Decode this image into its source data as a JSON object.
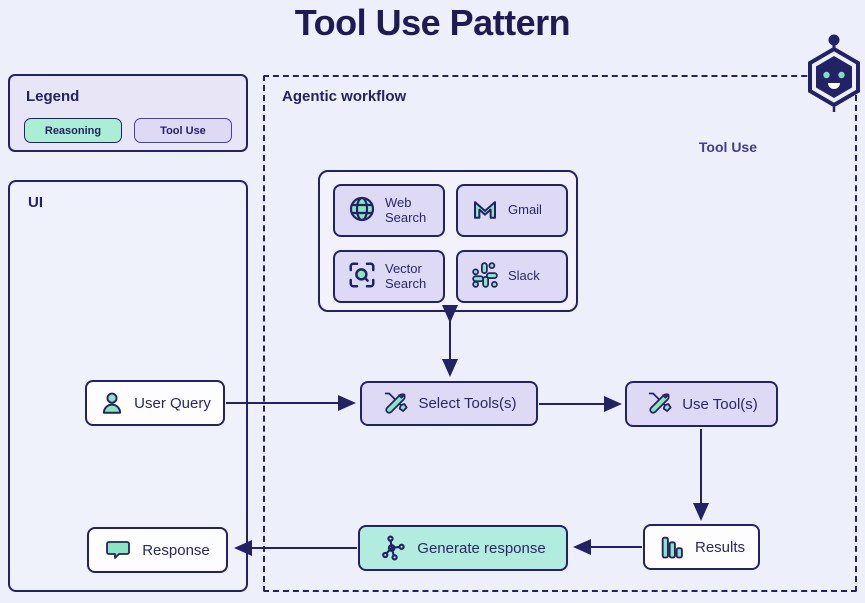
{
  "title": "Tool Use Pattern",
  "colors": {
    "background": "#edeffb",
    "navy": "#232264",
    "mint": "#8ce5c1",
    "reasoning_fill": "#abeed6",
    "lavender_fill": "#ded9f5",
    "teal_node_fill": "#b2ecde",
    "white_node_fill": "#fdfdff",
    "sublabel_purple": "#413c90"
  },
  "legend": {
    "title": "Legend",
    "items": [
      {
        "label": "Reasoning",
        "meaning": "reasoning step"
      },
      {
        "label": "Tool Use",
        "meaning": "tool use step"
      }
    ]
  },
  "ui_panel": {
    "title": "UI",
    "nodes": [
      {
        "label": "User Query",
        "icon": "person-icon"
      },
      {
        "label": "Response",
        "icon": "chat-bubble-icon"
      }
    ]
  },
  "workflow": {
    "title": "Agentic workflow",
    "sublabel": "Tool Use",
    "tools": [
      {
        "label": "Web Search",
        "icon": "globe-icon"
      },
      {
        "label": "Gmail",
        "icon": "gmail-icon"
      },
      {
        "label": "Vector Search",
        "icon": "scan-search-icon"
      },
      {
        "label": "Slack",
        "icon": "slack-icon"
      }
    ],
    "nodes": [
      {
        "label": "Select Tools(s)",
        "icon": "tools-icon",
        "type": "tool-use"
      },
      {
        "label": "Use Tool(s)",
        "icon": "tools-icon",
        "type": "tool-use"
      },
      {
        "label": "Generate response",
        "icon": "network-icon",
        "type": "reasoning"
      },
      {
        "label": "Results",
        "icon": "bar-chart-icon",
        "type": "output"
      }
    ],
    "edges": [
      "User Query -> Select Tools(s)",
      "Select Tools(s) <-> Tools box",
      "Select Tools(s) -> Use Tool(s)",
      "Use Tool(s) -> Results",
      "Results -> Generate response",
      "Generate response -> Response"
    ]
  }
}
